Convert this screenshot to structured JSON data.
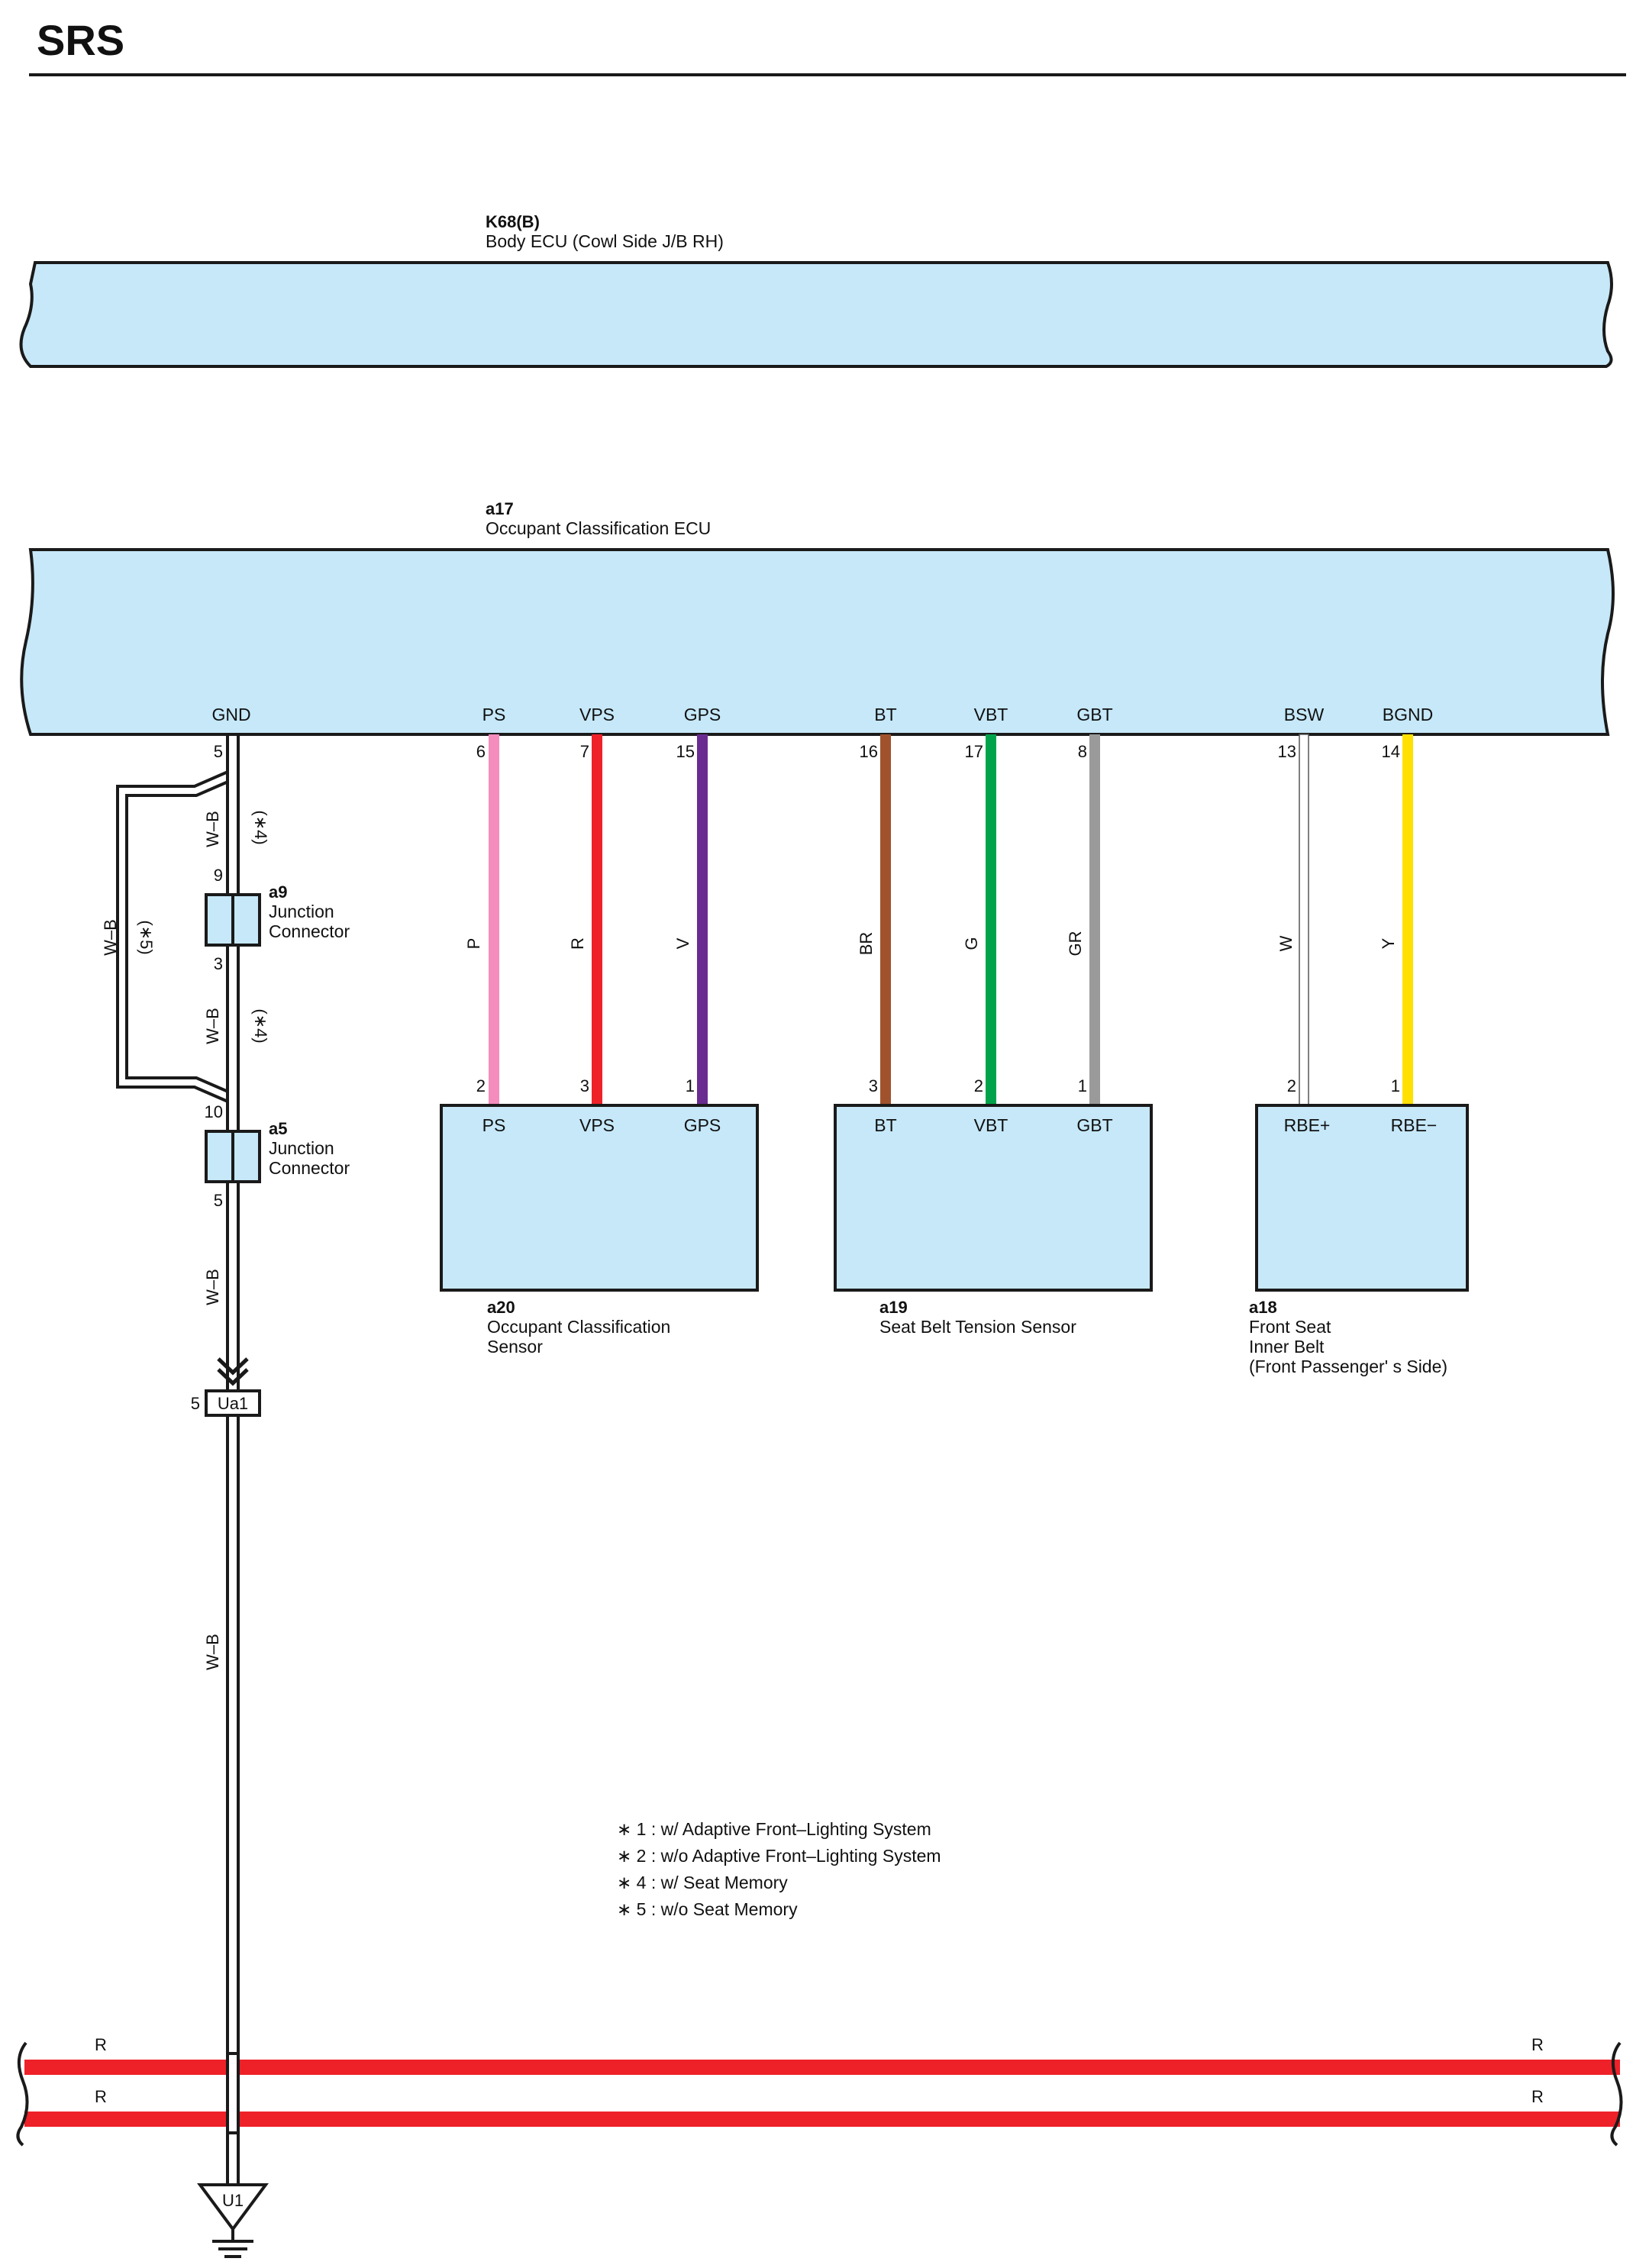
{
  "page": {
    "title": "SRS"
  },
  "colors": {
    "component_fill": "#c6e8f9",
    "outline": "#1a1a1a",
    "wire_P": "#f48cbe",
    "wire_R": "#ee2129",
    "wire_V": "#6a2c91",
    "wire_BR": "#a0522d",
    "wire_G": "#00a34b",
    "wire_GR": "#9a9a9a",
    "wire_W": "#ffffff",
    "wire_Y": "#ffe000",
    "wire_WB": "#ffffff"
  },
  "components": {
    "k68": {
      "code": "K68(B)",
      "name": "Body ECU (Cowl Side J/B RH)"
    },
    "a17": {
      "code": "a17",
      "name": "Occupant Classification ECU",
      "terminals": [
        {
          "label": "GND",
          "pin": "5"
        },
        {
          "label": "PS",
          "pin": "6"
        },
        {
          "label": "VPS",
          "pin": "7"
        },
        {
          "label": "GPS",
          "pin": "15"
        },
        {
          "label": "BT",
          "pin": "16"
        },
        {
          "label": "VBT",
          "pin": "17"
        },
        {
          "label": "GBT",
          "pin": "8"
        },
        {
          "label": "BSW",
          "pin": "13"
        },
        {
          "label": "BGND",
          "pin": "14"
        }
      ]
    },
    "a20": {
      "code": "a20",
      "name_line1": "Occupant Classification",
      "name_line2": "Sensor",
      "terminals": [
        {
          "label": "PS",
          "pin": "2"
        },
        {
          "label": "VPS",
          "pin": "3"
        },
        {
          "label": "GPS",
          "pin": "1"
        }
      ]
    },
    "a19": {
      "code": "a19",
      "name": "Seat Belt Tension Sensor",
      "terminals": [
        {
          "label": "BT",
          "pin": "3"
        },
        {
          "label": "VBT",
          "pin": "2"
        },
        {
          "label": "GBT",
          "pin": "1"
        }
      ]
    },
    "a18": {
      "code": "a18",
      "name_line1": "Front Seat",
      "name_line2": "Inner Belt",
      "name_line3": "(Front Passenger' s Side)",
      "terminals": [
        {
          "label": "RBE+",
          "pin": "2"
        },
        {
          "label": "RBE−",
          "pin": "1"
        }
      ]
    },
    "a9": {
      "code": "a9",
      "line1": "Junction",
      "line2": "Connector",
      "pin_top": "9",
      "pin_bottom": "3"
    },
    "a5": {
      "code": "a5",
      "line1": "Junction",
      "line2": "Connector",
      "pin_top": "10",
      "pin_bottom": "5"
    },
    "ua1": {
      "code": "Ua1",
      "pin": "5"
    },
    "u1": {
      "code": "U1"
    }
  },
  "wires": {
    "ps": "P",
    "vps": "R",
    "gps": "V",
    "bt": "BR",
    "vbt": "G",
    "gbt": "GR",
    "bsw": "W",
    "bgnd": "Y",
    "wb_top": "W–B",
    "wb_mid": "W–B",
    "wb_low": "W–B",
    "wb_bottom": "W–B",
    "wb_bypass": "W–B",
    "note4_top": "(∗4)",
    "note4_mid": "(∗4)",
    "note5": "(∗5)",
    "r1_left": "R",
    "r1_right": "R",
    "r2_left": "R",
    "r2_right": "R"
  },
  "notes": [
    "∗ 1 : w/ Adaptive Front–Lighting System",
    "∗ 2 : w/o Adaptive Front–Lighting System",
    "∗ 4 : w/ Seat Memory",
    "∗ 5 : w/o Seat Memory"
  ]
}
